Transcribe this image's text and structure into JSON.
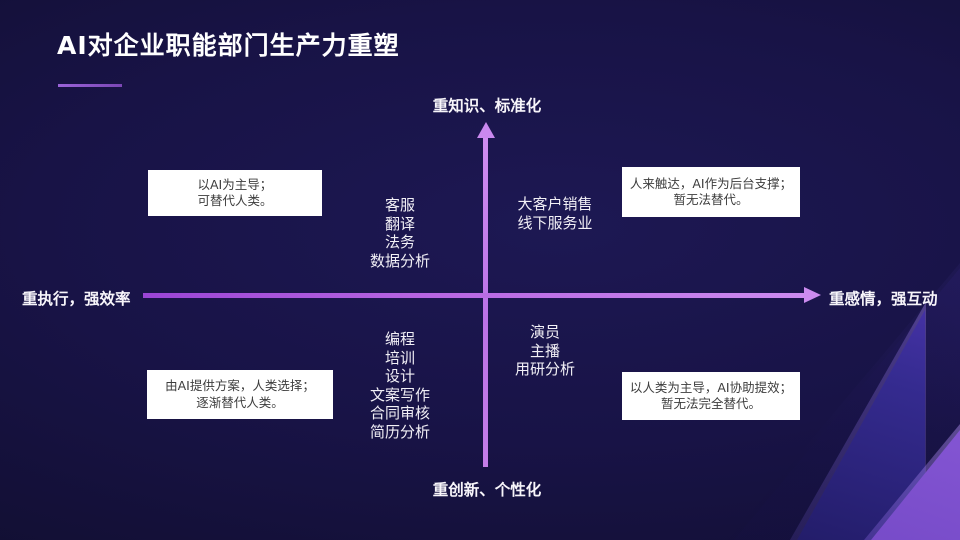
{
  "title": "AI对企业职能部门生产力重塑",
  "axes": {
    "top": "重知识、标准化",
    "bottom": "重创新、个性化",
    "left": "重执行，强效率",
    "right": "重感情，强互动"
  },
  "quadrants": {
    "top_left": {
      "items": [
        "客服",
        "翻译",
        "法务",
        "数据分析"
      ]
    },
    "top_right": {
      "items": [
        "大客户销售",
        "线下服务业"
      ]
    },
    "bottom_left": {
      "items": [
        "编程",
        "培训",
        "设计",
        "文案写作",
        "合同审核",
        "简历分析"
      ]
    },
    "bottom_right": {
      "items": [
        "演员",
        "主播",
        "用研分析"
      ]
    }
  },
  "callouts": {
    "top_left": {
      "lines": [
        "以AI为主导；",
        "可替代人类。"
      ]
    },
    "top_right": {
      "lines": [
        "人来触达，AI作为后台支撑；",
        "暂无法替代。"
      ]
    },
    "bottom_left": {
      "lines": [
        "由AI提供方案，人类选择；",
        "逐渐替代人类。"
      ]
    },
    "bottom_right": {
      "lines": [
        "以人类为主导，AI协助提效；",
        "暂无法完全替代。"
      ]
    }
  },
  "colors": {
    "axis_purple": "#bb72e6",
    "arrow_purple": "#cb8bef",
    "title_underline": "#8a55c8",
    "background_navy": "#171243",
    "decor_purple": "#8a5af0",
    "callout_bg": "#ffffff",
    "callout_text": "#3d3d3d",
    "label_text": "#ffffff"
  }
}
